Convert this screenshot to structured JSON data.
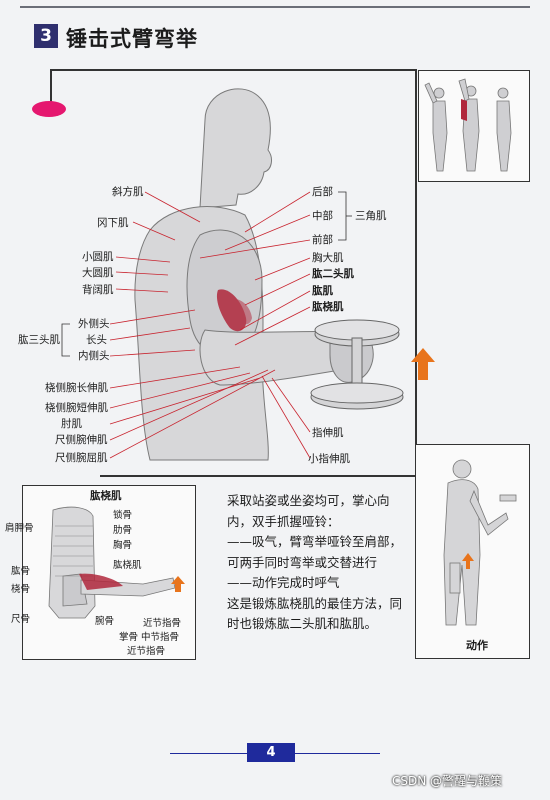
{
  "header": {
    "number": "3",
    "title": "锤击式臂弯举"
  },
  "main_labels": {
    "left": [
      "斜方肌",
      "冈下肌",
      "小圆肌",
      "大圆肌",
      "背阔肌",
      "外侧头",
      "长头",
      "内侧头",
      "桡侧腕长伸肌",
      "桡侧腕短伸肌",
      "肘肌",
      "尺侧腕伸肌",
      "尺侧腕屈肌"
    ],
    "triceps": "肱三头肌",
    "right": [
      "后部",
      "中部",
      "前部",
      "胸大肌",
      "肱二头肌",
      "肱肌",
      "肱桡肌",
      "指伸肌",
      "小指伸肌"
    ],
    "deltoid": "三角肌"
  },
  "inset": {
    "title": "肱桡肌",
    "labels": [
      "锁骨",
      "肋骨",
      "胸骨",
      "肱桡肌",
      "肩胛骨",
      "肱骨",
      "桡骨",
      "尺骨",
      "腕骨",
      "掌骨",
      "近节指骨",
      "中节指骨",
      "近节指骨"
    ]
  },
  "action_caption": "动作",
  "description": [
    "采取站姿或坐姿均可，掌心向内，双手抓握哑铃：",
    "——吸气，臂弯举哑铃至肩部，可两手同时弯举或交替进行",
    "——动作完成时呼气",
    "这是锻炼肱桡肌的最佳方法，同时也锻炼肱二头肌和肱肌。"
  ],
  "page_number": "4",
  "watermark": "CSDN @警醒与鞭策",
  "colors": {
    "accent_pink": "#e5176f",
    "header_navy": "#2f2f6e",
    "page_blue": "#1f2a9c",
    "muscle_red": "#b0283c",
    "arrow_orange": "#e8741c"
  }
}
